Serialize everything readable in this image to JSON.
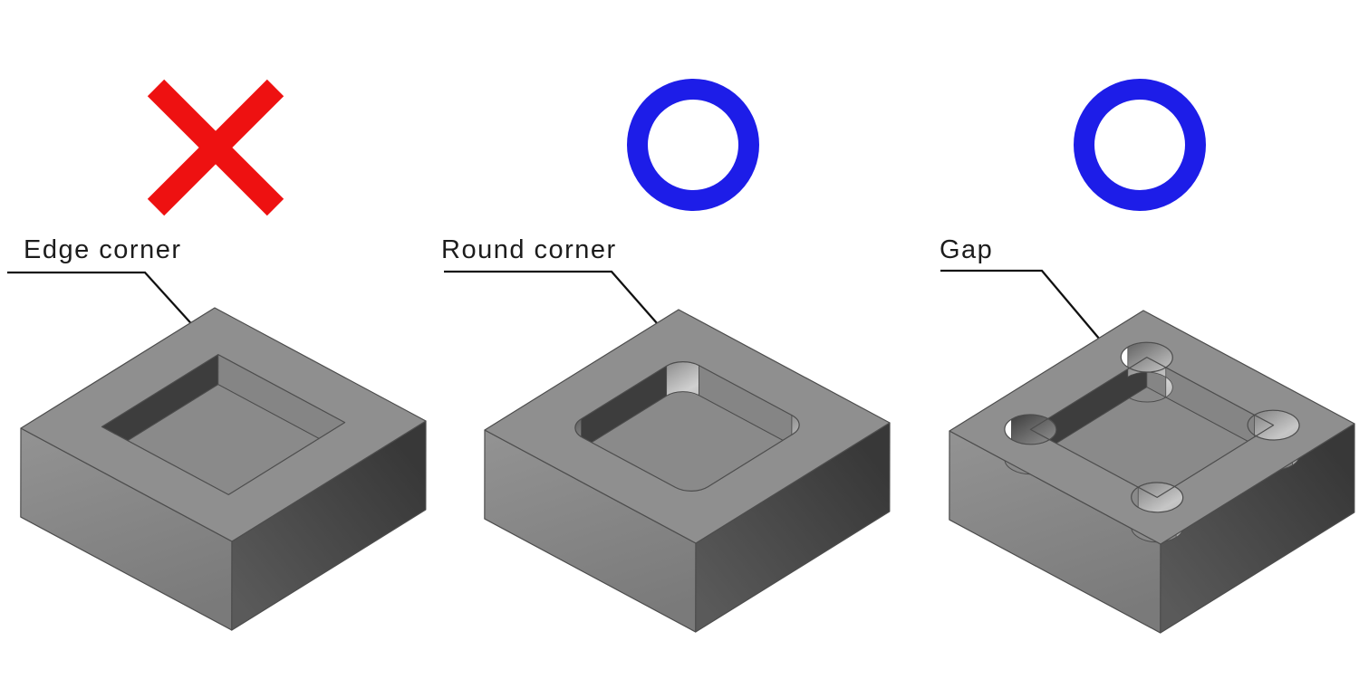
{
  "diagram": {
    "topic": "Pocket corner machining comparison",
    "panels": [
      {
        "label": "Edge corner",
        "verdict": "bad",
        "mark": "cross-mark",
        "corner_type": "sharp-edge-corner"
      },
      {
        "label": "Round corner",
        "verdict": "good",
        "mark": "circle-mark",
        "corner_type": "rounded-fillet-corner"
      },
      {
        "label": "Gap",
        "verdict": "good",
        "mark": "circle-mark",
        "corner_type": "corner-relief-gap"
      }
    ]
  },
  "colors": {
    "background": "#ffffff",
    "mark-bad": "#ee1111",
    "mark-good": "#1d1de8",
    "leader": "#111111",
    "label-text": "#1c1c1c",
    "block-top": "#8f8f8f",
    "pocket-floor": "#8a8a8a",
    "pocket-wall-dark": "#3d3d3d",
    "pocket-wall-light": "#858585",
    "edge-line": "#4d4d4d"
  }
}
